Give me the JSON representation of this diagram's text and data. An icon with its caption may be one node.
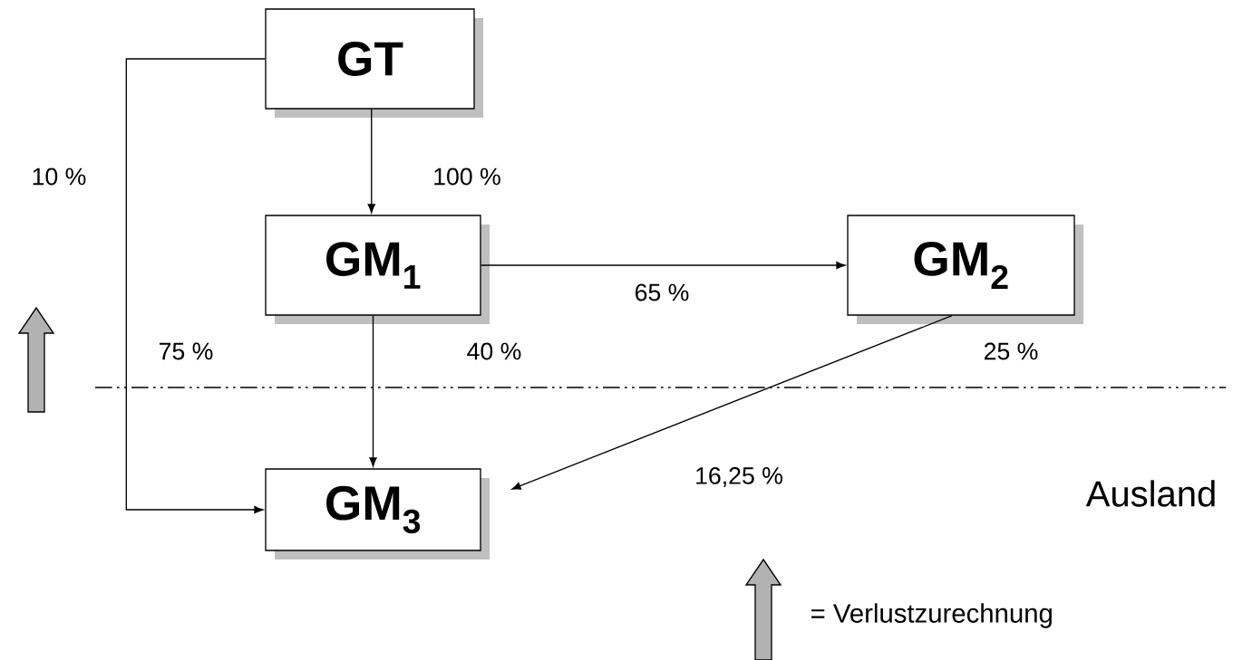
{
  "diagram": {
    "nodes": [
      {
        "text": [
          "GT"
        ]
      },
      {
        "text": [
          "GM$_{1}$"
        ]
      },
      {
        "text": [
          "GM$_{2}$"
        ]
      },
      {
        "text": [
          "GM$_{3}$"
        ]
      }
    ],
    "edges": [
      {
        "from": 0,
        "to": 1,
        "arrow": "to",
        "label": "100 %"
      },
      {
        "from": 0,
        "to": 3,
        "arrow": "to",
        "label": "75 %"
      },
      {
        "from": 1,
        "to": 2,
        "arrow": "to",
        "label": "65 %"
      },
      {
        "from": 1,
        "to": 3,
        "arrow": "to",
        "label": "40 %"
      },
      {
        "from": 2,
        "to": 3,
        "arrow": "to",
        "label": "25 %"
      }
    ],
    "labels": [
      "10 %",
      "16,25 %",
      "Ausland"
    ],
    "legend": [
      {
        "text": "= Verlustzurechnung"
      }
    ]
  }
}
